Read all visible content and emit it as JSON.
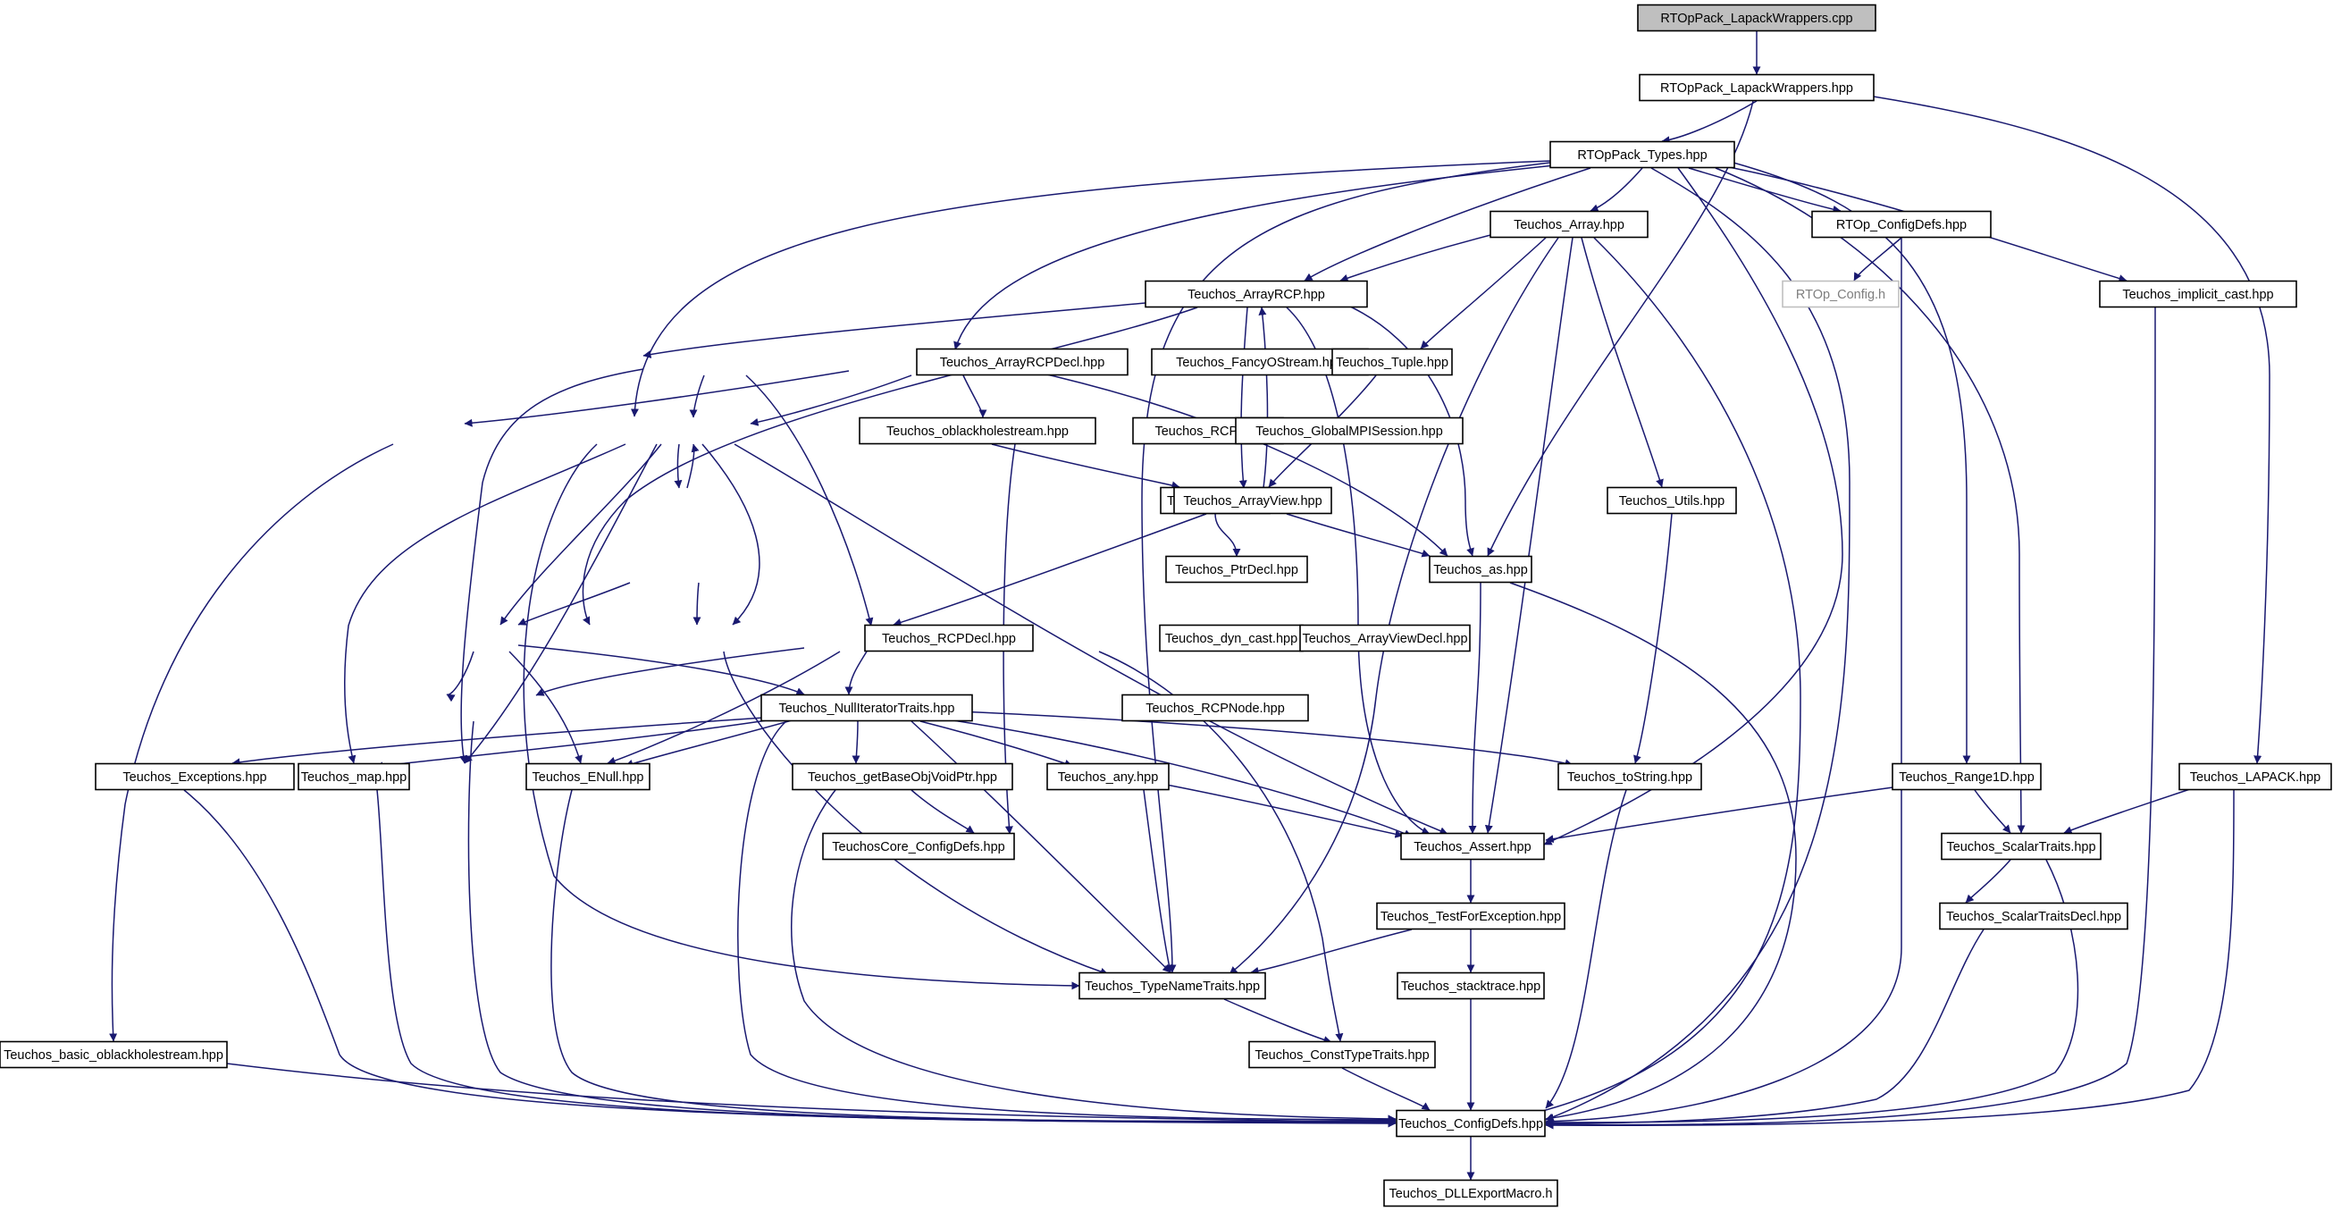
{
  "diagram": {
    "edge_color": "#191970",
    "root_fill": "#bfbfbf",
    "nodes": [
      {
        "id": "n0",
        "label": "RTOpPack_LapackWrappers.cpp",
        "style": "root"
      },
      {
        "id": "n1",
        "label": "RTOpPack_LapackWrappers.hpp"
      },
      {
        "id": "n2",
        "label": "RTOpPack_Types.hpp"
      },
      {
        "id": "n3",
        "label": "Teuchos_Array.hpp"
      },
      {
        "id": "n4",
        "label": "RTOp_ConfigDefs.hpp"
      },
      {
        "id": "n5",
        "label": "RTOp_Config.h",
        "style": "missing"
      },
      {
        "id": "n6",
        "label": "Teuchos_implicit_cast.hpp"
      },
      {
        "id": "n7",
        "label": "Teuchos_ArrayRCP.hpp"
      },
      {
        "id": "n8",
        "label": "Teuchos_ArrayRCPDecl.hpp"
      },
      {
        "id": "n9",
        "label": "Teuchos_FancyOStream.hpp"
      },
      {
        "id": "n10",
        "label": "Teuchos_Tuple.hpp"
      },
      {
        "id": "n11",
        "label": "Teuchos_oblackholestream.hpp"
      },
      {
        "id": "n12",
        "label": "Teuchos_RCP.hpp"
      },
      {
        "id": "n13",
        "label": "Teuchos_GlobalMPISession.hpp"
      },
      {
        "id": "n14",
        "label": "Teuchos_Ptr.hpp"
      },
      {
        "id": "n15",
        "label": "Teuchos_ArrayView.hpp"
      },
      {
        "id": "n16",
        "label": "Teuchos_Utils.hpp"
      },
      {
        "id": "n17",
        "label": "Teuchos_as.hpp"
      },
      {
        "id": "n18",
        "label": "Teuchos_PtrDecl.hpp"
      },
      {
        "id": "n19",
        "label": "Teuchos_RCPDecl.hpp"
      },
      {
        "id": "n20",
        "label": "Teuchos_dyn_cast.hpp"
      },
      {
        "id": "n21",
        "label": "Teuchos_ArrayViewDecl.hpp"
      },
      {
        "id": "n22",
        "label": "Teuchos_NullIteratorTraits.hpp"
      },
      {
        "id": "n23",
        "label": "Teuchos_RCPNode.hpp"
      },
      {
        "id": "n24",
        "label": "Teuchos_Exceptions.hpp"
      },
      {
        "id": "n25",
        "label": "Teuchos_map.hpp"
      },
      {
        "id": "n26",
        "label": "Teuchos_ENull.hpp"
      },
      {
        "id": "n27",
        "label": "Teuchos_getBaseObjVoidPtr.hpp"
      },
      {
        "id": "n28",
        "label": "Teuchos_any.hpp"
      },
      {
        "id": "n29",
        "label": "Teuchos_toString.hpp"
      },
      {
        "id": "n30",
        "label": "Teuchos_Range1D.hpp"
      },
      {
        "id": "n31",
        "label": "Teuchos_LAPACK.hpp"
      },
      {
        "id": "n32",
        "label": "TeuchosCore_ConfigDefs.hpp"
      },
      {
        "id": "n33",
        "label": "Teuchos_Assert.hpp"
      },
      {
        "id": "n34",
        "label": "Teuchos_ScalarTraits.hpp"
      },
      {
        "id": "n35",
        "label": "Teuchos_TestForException.hpp"
      },
      {
        "id": "n36",
        "label": "Teuchos_ScalarTraitsDecl.hpp"
      },
      {
        "id": "n37",
        "label": "Teuchos_TypeNameTraits.hpp"
      },
      {
        "id": "n38",
        "label": "Teuchos_stacktrace.hpp"
      },
      {
        "id": "n39",
        "label": "Teuchos_basic_oblackholestream.hpp"
      },
      {
        "id": "n40",
        "label": "Teuchos_ConstTypeTraits.hpp"
      },
      {
        "id": "n41",
        "label": "Teuchos_ConfigDefs.hpp"
      },
      {
        "id": "n42",
        "label": "Teuchos_DLLExportMacro.h"
      }
    ],
    "edges": [
      [
        "n0",
        "n1"
      ],
      [
        "n1",
        "n2"
      ],
      [
        "n1",
        "n17"
      ],
      [
        "n1",
        "n31"
      ],
      [
        "n2",
        "n3"
      ],
      [
        "n2",
        "n4"
      ],
      [
        "n2",
        "n6"
      ],
      [
        "n2",
        "n7"
      ],
      [
        "n2",
        "n9"
      ],
      [
        "n2",
        "n12"
      ],
      [
        "n2",
        "n30"
      ],
      [
        "n2",
        "n34"
      ],
      [
        "n2",
        "n37"
      ],
      [
        "n2",
        "n33"
      ],
      [
        "n2",
        "n41"
      ],
      [
        "n3",
        "n7"
      ],
      [
        "n3",
        "n10"
      ],
      [
        "n3",
        "n16"
      ],
      [
        "n3",
        "n33"
      ],
      [
        "n3",
        "n37"
      ],
      [
        "n3",
        "n41"
      ],
      [
        "n4",
        "n5"
      ],
      [
        "n4",
        "n41"
      ],
      [
        "n6",
        "n41"
      ],
      [
        "n7",
        "n8"
      ],
      [
        "n7",
        "n15"
      ],
      [
        "n7",
        "n17"
      ],
      [
        "n7",
        "n20"
      ],
      [
        "n7",
        "n33"
      ],
      [
        "n8",
        "n12"
      ],
      [
        "n8",
        "n21"
      ],
      [
        "n8",
        "n24"
      ],
      [
        "n9",
        "n11"
      ],
      [
        "n9",
        "n12"
      ],
      [
        "n9",
        "n13"
      ],
      [
        "n9",
        "n17"
      ],
      [
        "n10",
        "n15"
      ],
      [
        "n11",
        "n39"
      ],
      [
        "n12",
        "n14"
      ],
      [
        "n12",
        "n19"
      ],
      [
        "n12",
        "n20"
      ],
      [
        "n12",
        "n24"
      ],
      [
        "n12",
        "n25"
      ],
      [
        "n12",
        "n33"
      ],
      [
        "n12",
        "n37"
      ],
      [
        "n13",
        "n15"
      ],
      [
        "n13",
        "n32"
      ],
      [
        "n14",
        "n12"
      ],
      [
        "n14",
        "n18"
      ],
      [
        "n15",
        "n7"
      ],
      [
        "n15",
        "n17"
      ],
      [
        "n15",
        "n21"
      ],
      [
        "n16",
        "n29"
      ],
      [
        "n17",
        "n33"
      ],
      [
        "n17",
        "n41"
      ],
      [
        "n18",
        "n19"
      ],
      [
        "n18",
        "n20"
      ],
      [
        "n19",
        "n22"
      ],
      [
        "n19",
        "n23"
      ],
      [
        "n19",
        "n26"
      ],
      [
        "n20",
        "n37"
      ],
      [
        "n21",
        "n22"
      ],
      [
        "n21",
        "n23"
      ],
      [
        "n21",
        "n26"
      ],
      [
        "n21",
        "n40"
      ],
      [
        "n22",
        "n41"
      ],
      [
        "n23",
        "n24"
      ],
      [
        "n23",
        "n25"
      ],
      [
        "n23",
        "n26"
      ],
      [
        "n23",
        "n27"
      ],
      [
        "n23",
        "n28"
      ],
      [
        "n23",
        "n29"
      ],
      [
        "n23",
        "n33"
      ],
      [
        "n23",
        "n37"
      ],
      [
        "n23",
        "n41"
      ],
      [
        "n24",
        "n41"
      ],
      [
        "n25",
        "n41"
      ],
      [
        "n26",
        "n41"
      ],
      [
        "n27",
        "n32"
      ],
      [
        "n27",
        "n41"
      ],
      [
        "n28",
        "n33"
      ],
      [
        "n28",
        "n37"
      ],
      [
        "n29",
        "n41"
      ],
      [
        "n30",
        "n33"
      ],
      [
        "n30",
        "n34"
      ],
      [
        "n31",
        "n34"
      ],
      [
        "n31",
        "n41"
      ],
      [
        "n33",
        "n35"
      ],
      [
        "n34",
        "n36"
      ],
      [
        "n34",
        "n41"
      ],
      [
        "n35",
        "n37"
      ],
      [
        "n35",
        "n38"
      ],
      [
        "n36",
        "n41"
      ],
      [
        "n37",
        "n40"
      ],
      [
        "n38",
        "n41"
      ],
      [
        "n39",
        "n41"
      ],
      [
        "n40",
        "n41"
      ],
      [
        "n41",
        "n42"
      ]
    ]
  }
}
